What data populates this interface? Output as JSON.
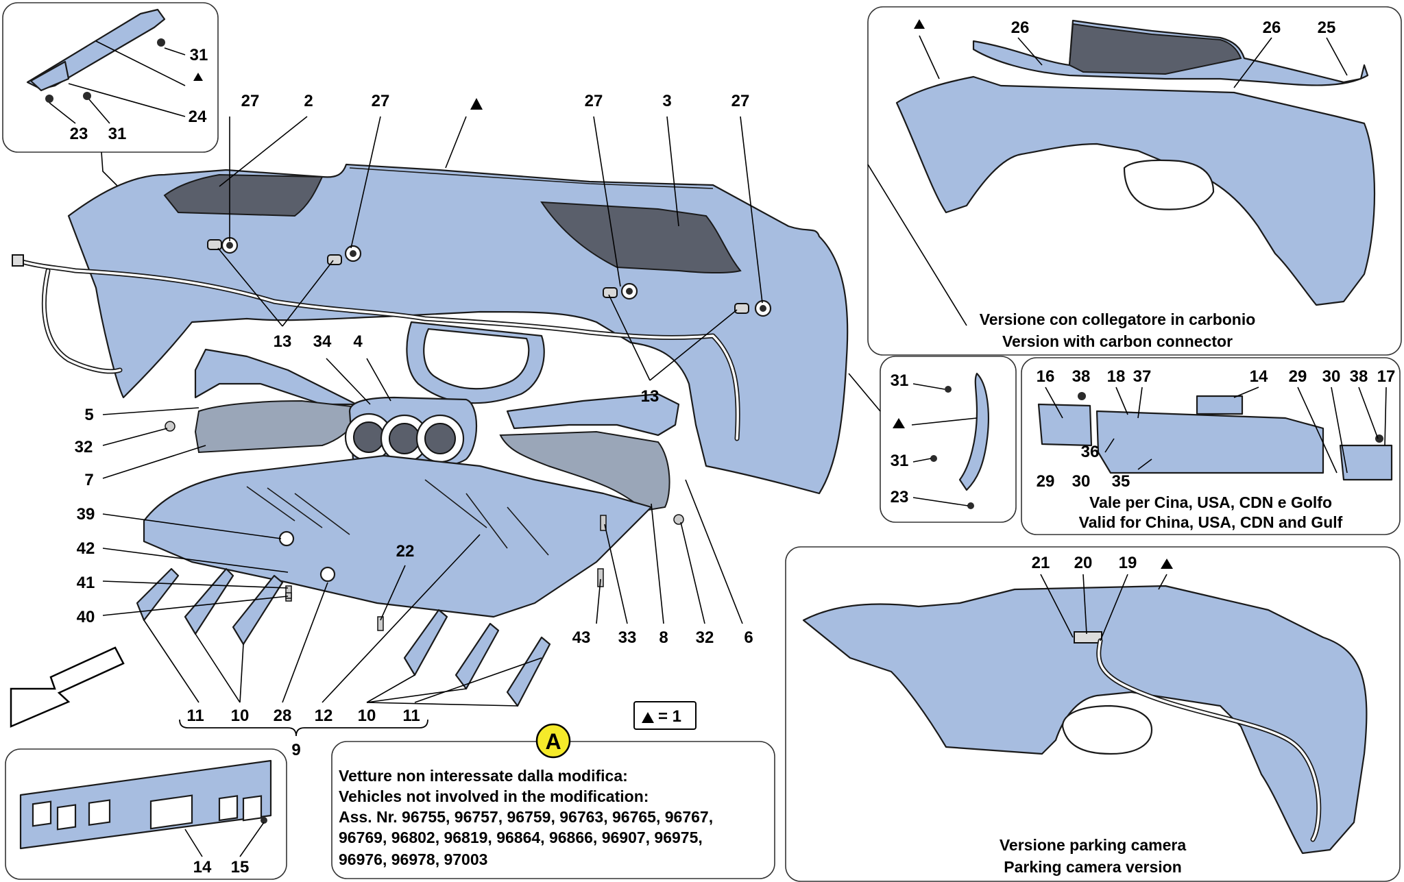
{
  "callouts": {
    "main": {
      "c27a": "27",
      "c2": "2",
      "c27b": "27",
      "c27c": "27",
      "c3": "3",
      "c27d": "27",
      "c13a": "13",
      "c34": "34",
      "c4": "4",
      "c13b": "13",
      "c5": "5",
      "c32a": "32",
      "c7": "7",
      "c39": "39",
      "c22": "22",
      "c42": "42",
      "c41": "41",
      "c40": "40",
      "c43": "43",
      "c33": "33",
      "c8": "8",
      "c32b": "32",
      "c6": "6",
      "b11a": "11",
      "b10a": "10",
      "b28": "28",
      "b12": "12",
      "b10b": "10",
      "b11b": "11",
      "b9": "9"
    },
    "inset_top_left": {
      "c31a": "31",
      "c24": "24",
      "c23": "23",
      "c31b": "31"
    },
    "inset_carbon": {
      "c26a": "26",
      "c26b": "26",
      "c25": "25"
    },
    "inset_small": {
      "c31a": "31",
      "c31b": "31",
      "c23": "23"
    },
    "inset_china": {
      "c16": "16",
      "c38a": "38",
      "c18": "18",
      "c37": "37",
      "c14": "14",
      "c29a": "29",
      "c30a": "30",
      "c38b": "38",
      "c17": "17",
      "c36": "36",
      "c29b": "29",
      "c30b": "30",
      "c35": "35"
    },
    "inset_camera": {
      "c21": "21",
      "c20": "20",
      "c19": "19"
    },
    "inset_plate": {
      "c14": "14",
      "c15": "15"
    }
  },
  "captions": {
    "carbon_it": "Versione con collegatore in carbonio",
    "carbon_en": "Version with carbon connector",
    "china_it": "Vale per Cina, USA, CDN e Golfo",
    "china_en": "Valid for China, USA, CDN and Gulf",
    "camera_it": "Versione parking camera",
    "camera_en": "Parking camera version"
  },
  "legend": {
    "triangle_eq": "= 1"
  },
  "note": {
    "badge": "A",
    "line1": "Vetture non interessate dalla modifica:",
    "line2": "Vehicles not involved in the modification:",
    "line3": "Ass. Nr. 96755, 96757, 96759, 96763, 96765, 96767,",
    "line4": "96769, 96802, 96819, 96864, 96866, 96907, 96975,",
    "line5": "96976, 96978, 97003"
  },
  "colors": {
    "part_fill": "#a7bde0",
    "badge_fill": "#f5ea2a"
  }
}
